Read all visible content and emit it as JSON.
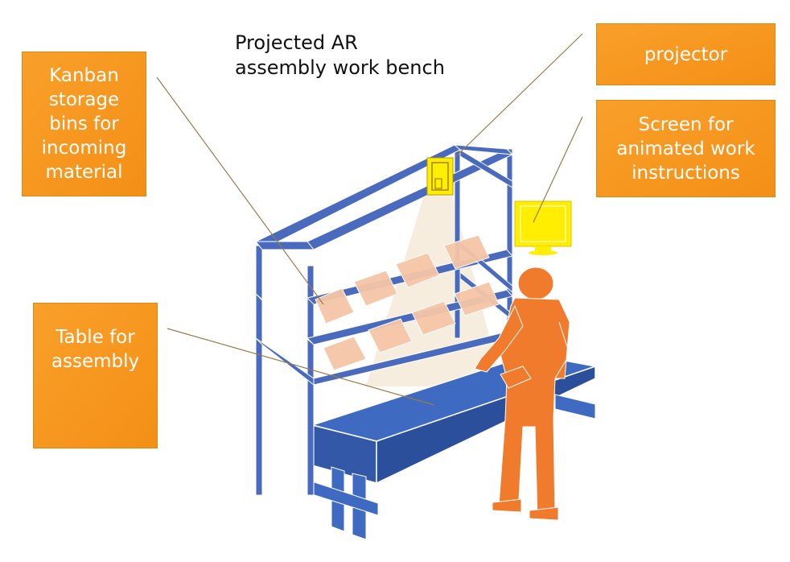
{
  "title": "Projected AR\nassembly work bench",
  "colors": {
    "callout_fill": "#f7941d",
    "frame": "#4a6bbd",
    "table_top": "#3f6ac1",
    "bins": "#f6c6a7",
    "person": "#f07b2c",
    "projector": "#ffee00",
    "light_cone": "#f7eee2",
    "leader_line": "#9a7a4a"
  },
  "callouts": {
    "kanban": "Kanban storage bins for incoming material",
    "projector": "projector",
    "screen": "Screen for animated work instructions",
    "table": "Table for assembly"
  },
  "icons": {
    "projector": "projector-device-icon",
    "screen": "monitor-icon",
    "person": "worker-silhouette-icon"
  }
}
